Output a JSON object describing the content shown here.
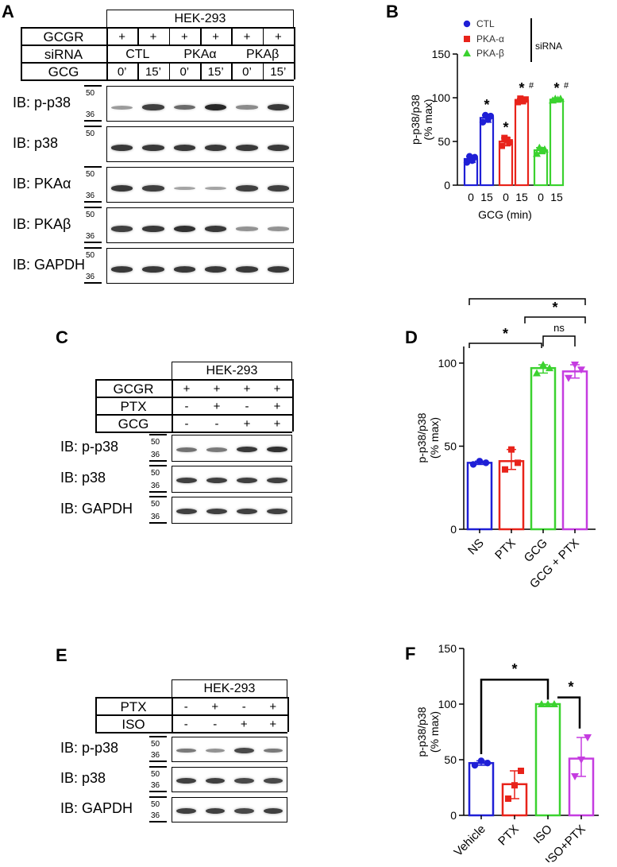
{
  "panels": {
    "A": {
      "letter": "A",
      "cell_line": "HEK-293",
      "rows": [
        {
          "label": "GCGR",
          "cells": [
            "+",
            "+",
            "+",
            "+",
            "+",
            "+"
          ]
        },
        {
          "label": "siRNA",
          "groups": [
            "CTL",
            "PKAα",
            "PKAβ"
          ]
        },
        {
          "label": "GCG",
          "cells": [
            "0’",
            "15’",
            "0’",
            "15’",
            "0’",
            "15’"
          ]
        }
      ],
      "blots": [
        {
          "label": "IB: p-p38",
          "markers": [
            "50",
            "36"
          ]
        },
        {
          "label": "IB: p38",
          "markers": [
            "50"
          ]
        },
        {
          "label": "IB: PKAα",
          "markers": [
            "50",
            "36"
          ]
        },
        {
          "label": "IB: PKAβ",
          "markers": [
            "50",
            "36"
          ]
        },
        {
          "label": "IB: GAPDH",
          "markers": [
            "50",
            "36"
          ]
        }
      ]
    },
    "C": {
      "letter": "C",
      "cell_line": "HEK-293",
      "rows": [
        {
          "label": "GCGR",
          "cells": [
            "+",
            "+",
            "+",
            "+"
          ]
        },
        {
          "label": "PTX",
          "cells": [
            "-",
            "+",
            "-",
            "+"
          ]
        },
        {
          "label": "GCG",
          "cells": [
            "-",
            "-",
            "+",
            "+"
          ]
        }
      ],
      "blots": [
        {
          "label": "IB: p-p38",
          "markers": [
            "50",
            "36"
          ]
        },
        {
          "label": "IB: p38",
          "markers": [
            "50",
            "36"
          ]
        },
        {
          "label": "IB: GAPDH",
          "markers": [
            "50",
            "36"
          ]
        }
      ]
    },
    "E": {
      "letter": "E",
      "cell_line": "HEK-293",
      "rows": [
        {
          "label": "PTX",
          "cells": [
            "-",
            "+",
            "-",
            "+"
          ]
        },
        {
          "label": "ISO",
          "cells": [
            "-",
            "-",
            "+",
            "+"
          ]
        }
      ],
      "blots": [
        {
          "label": "IB: p-p38",
          "markers": [
            "50",
            "36"
          ]
        },
        {
          "label": "IB: p38",
          "markers": [
            "50",
            "36"
          ]
        },
        {
          "label": "IB: GAPDH",
          "markers": [
            "50",
            "36"
          ]
        }
      ]
    }
  },
  "chart_data": [
    {
      "panel": "B",
      "type": "bar",
      "ylabel": "p-p38/p38\n(% max)",
      "xlabel": "GCG (min)",
      "ylim": [
        0,
        150
      ],
      "yticks": [
        0,
        50,
        100,
        150
      ],
      "categories": [
        "0",
        "15",
        "0",
        "15",
        "0",
        "15"
      ],
      "legend": {
        "entries": [
          "CTL",
          "PKA-α",
          "PKA-β"
        ],
        "group_label": "siRNA",
        "placement": "top"
      },
      "series": [
        {
          "name": "CTL",
          "color": "#1f1fd6",
          "values": [
            30,
            77
          ],
          "points": [
            [
              26,
              33,
              28,
              32
            ],
            [
              72,
              80,
              75,
              79
            ]
          ]
        },
        {
          "name": "PKA-α",
          "color": "#e8231a",
          "values": [
            50,
            97
          ],
          "points": [
            [
              45,
              54,
              52,
              49
            ],
            [
              95,
              99,
              96,
              98
            ]
          ]
        },
        {
          "name": "PKA-β",
          "color": "#3bd22f",
          "values": [
            40,
            98
          ],
          "points": [
            [
              36,
              43,
              40,
              41
            ],
            [
              97,
              99,
              98,
              99
            ]
          ]
        }
      ],
      "annotations": [
        {
          "bar": 1,
          "text": "*"
        },
        {
          "bar": 2,
          "text": "*"
        },
        {
          "bar": 3,
          "text": "*",
          "extra": "#"
        },
        {
          "bar": 5,
          "text": "*",
          "extra": "#"
        }
      ]
    },
    {
      "panel": "D",
      "type": "bar",
      "ylabel": "p-p38/p38\n(% max)",
      "ylim": [
        0,
        110
      ],
      "yticks": [
        0,
        50,
        100
      ],
      "categories": [
        "NS",
        "PTX",
        "GCG",
        "GCG + PTX"
      ],
      "colors": [
        "#1f1fd6",
        "#e8231a",
        "#3bd22f",
        "#c53ce0"
      ],
      "values": [
        40,
        41,
        97,
        95
      ],
      "points": [
        [
          39,
          41,
          40
        ],
        [
          36,
          48,
          40
        ],
        [
          94,
          99,
          97
        ],
        [
          91,
          99,
          96
        ]
      ],
      "brackets": [
        {
          "from": 0,
          "to": 2,
          "text": "*"
        },
        {
          "from": 2,
          "to": 3,
          "text": "ns"
        },
        {
          "from": 1,
          "to": 3,
          "text": "*"
        },
        {
          "from": 0,
          "to": 3,
          "text": "*"
        }
      ]
    },
    {
      "panel": "F",
      "type": "bar",
      "ylabel": "p-p38/p38\n(% max)",
      "ylim": [
        0,
        150
      ],
      "yticks": [
        0,
        50,
        100,
        150
      ],
      "categories": [
        "Vehicle",
        "PTX",
        "ISO",
        "ISO+PTX"
      ],
      "colors": [
        "#1f1fd6",
        "#e8231a",
        "#3bd22f",
        "#c53ce0"
      ],
      "values": [
        47,
        28,
        100,
        51
      ],
      "points": [
        [
          45,
          49,
          47
        ],
        [
          15,
          27,
          40
        ],
        [
          100,
          100,
          100
        ],
        [
          35,
          50,
          70
        ]
      ],
      "brackets": [
        {
          "from": 0,
          "to": 2,
          "text": "*"
        },
        {
          "from": 2,
          "to": 3,
          "text": "*"
        }
      ]
    }
  ],
  "labels": {
    "B": "B",
    "D": "D",
    "F": "F"
  }
}
